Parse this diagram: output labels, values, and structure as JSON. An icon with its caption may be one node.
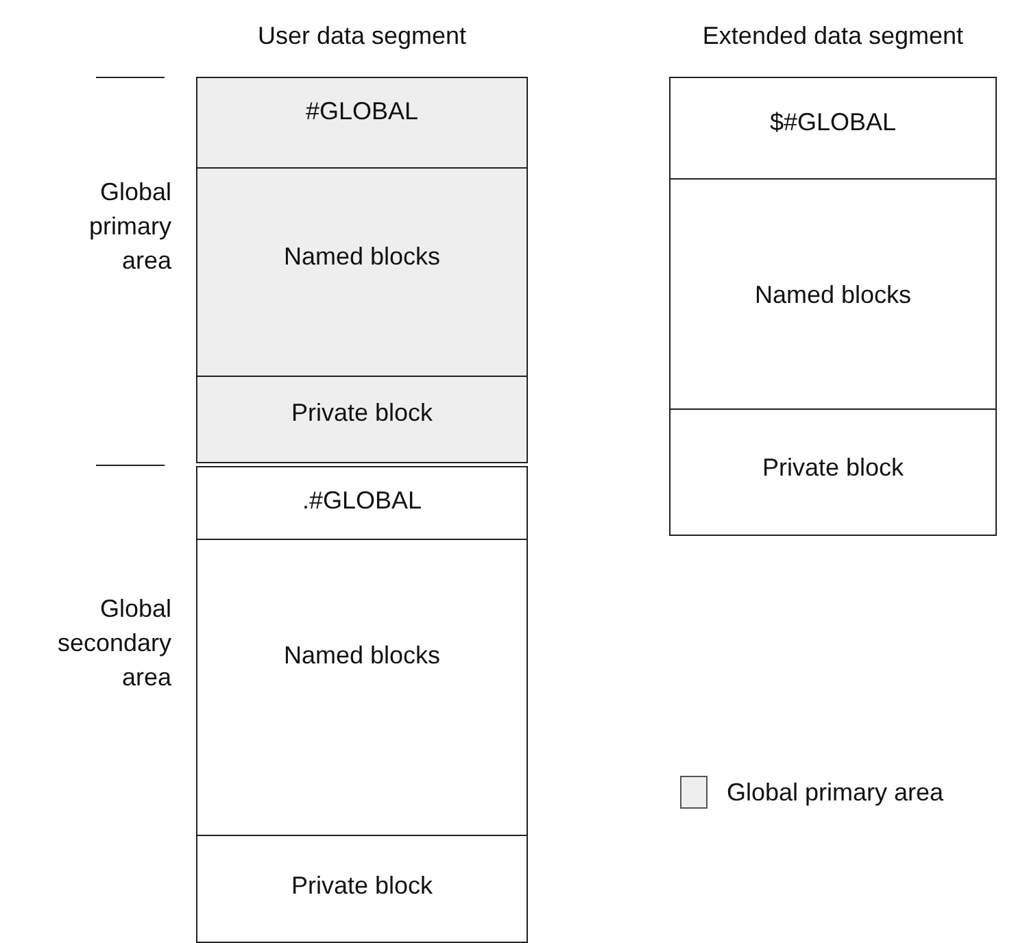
{
  "diagram": {
    "nodes": [
      {
        "text": [
          "User data segment"
        ]
      },
      {
        "text": [
          "#GLOBAL"
        ],
        "in": 0
      },
      {
        "text": [
          "Named blocks"
        ],
        "in": 0
      },
      {
        "text": [
          "Private block"
        ],
        "in": 0
      },
      {
        "text": [
          ".#GLOBAL"
        ],
        "in": 0
      },
      {
        "text": [
          "Named blocks"
        ],
        "in": 0
      },
      {
        "text": [
          "Private block"
        ],
        "in": 0
      },
      {
        "text": [
          "Extended data segment"
        ]
      },
      {
        "text": [
          "$#GLOBAL"
        ],
        "in": 7
      },
      {
        "text": [
          "Named blocks"
        ],
        "in": 7
      },
      {
        "text": [
          "Private block"
        ],
        "in": 7
      }
    ],
    "labels": [
      "Global primary area",
      "Global secondary area"
    ],
    "legend": [
      {
        "text": "Global primary area",
        "color": "#eeeeee"
      }
    ]
  }
}
